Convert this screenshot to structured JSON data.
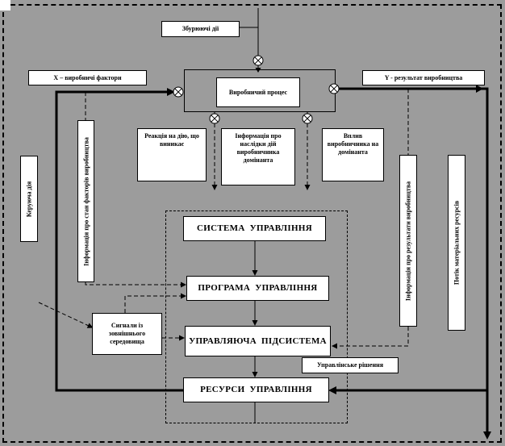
{
  "colors": {
    "background": "#9c9c9c",
    "box_fill": "#ffffff",
    "line": "#000000"
  },
  "diagram": {
    "disturbance_label": "Збурюючі дії",
    "input_label": "Х – виробничі фактори",
    "output_label": "Y - результат виробництва",
    "process_label": "Виробничий процес",
    "control_action_label": "Керуюча дія",
    "info_factors_label": "Інформація про стан факторів виробництва",
    "reaction_label": "Реакція на дію, що виникає",
    "consequences_label": "Інформація про наслідки дій виробничника домінанта",
    "influence_label": "Вплив виробничника на домінанта",
    "info_results_label": "Інформація про результати виробництва",
    "material_flow_label": "Потік матеріальних ресурсів",
    "external_signals_label": "Сигнали із зовнішнього середовища",
    "system_label": "СИСТЕМА УПРАВЛІННЯ",
    "program_label": "ПРОГРАМА УПРАВЛІННЯ",
    "subsystem_label": "УПРАВЛЯЮЧА ПІДСИСТЕМА",
    "decision_label": "Управлінське рішення",
    "resources_label": "РЕСУРСИ УПРАВЛІННЯ"
  }
}
